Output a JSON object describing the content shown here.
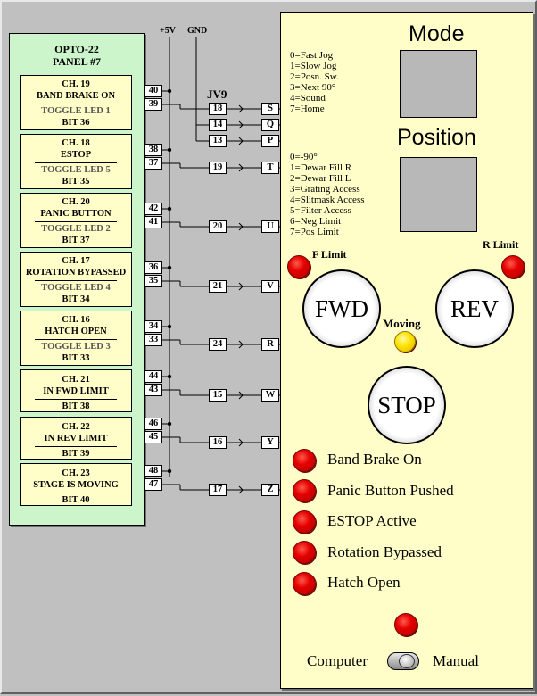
{
  "opto_panel": {
    "title_line1": "OPTO-22",
    "title_line2": "PANEL #7",
    "channels": [
      {
        "ch": "CH. 19",
        "name": "BAND BRAKE ON",
        "led": "TOGGLE LED 1",
        "bit": "BIT 36",
        "pins": [
          "40",
          "39"
        ]
      },
      {
        "ch": "CH. 18",
        "name": "ESTOP",
        "led": "TOGGLE LED 5",
        "bit": "BIT 35",
        "pins": [
          "38",
          "37"
        ]
      },
      {
        "ch": "CH. 20",
        "name": "PANIC BUTTON",
        "led": "TOGGLE LED 2",
        "bit": "BIT 37",
        "pins": [
          "42",
          "41"
        ]
      },
      {
        "ch": "CH. 17",
        "name": "ROTATION BYPASSED",
        "led": "TOGGLE LED 4",
        "bit": "BIT 34",
        "pins": [
          "36",
          "35"
        ]
      },
      {
        "ch": "CH. 16",
        "name": "HATCH OPEN",
        "led": "TOGGLE LED 3",
        "bit": "BIT 33",
        "pins": [
          "34",
          "33"
        ]
      },
      {
        "ch": "CH. 21",
        "name": "IN FWD LIMIT",
        "led": "",
        "bit": "BIT 38",
        "pins": [
          "44",
          "43"
        ]
      },
      {
        "ch": "CH. 22",
        "name": "IN REV LIMIT",
        "led": "",
        "bit": "BIT 39",
        "pins": [
          "46",
          "45"
        ]
      },
      {
        "ch": "CH. 23",
        "name": "STAGE IS MOVING",
        "led": "",
        "bit": "BIT 40",
        "pins": [
          "48",
          "47"
        ]
      }
    ]
  },
  "power": {
    "v5": "+5V",
    "gnd": "GND"
  },
  "connector": {
    "name": "JV9",
    "rows": [
      {
        "num": "18",
        "letter": "S"
      },
      {
        "num": "14",
        "letter": "Q"
      },
      {
        "num": "13",
        "letter": "P"
      },
      {
        "num": "19",
        "letter": "T"
      },
      {
        "num": "20",
        "letter": "U"
      },
      {
        "num": "21",
        "letter": "V"
      },
      {
        "num": "24",
        "letter": "R"
      },
      {
        "num": "15",
        "letter": "W"
      },
      {
        "num": "16",
        "letter": "Y"
      },
      {
        "num": "17",
        "letter": "Z"
      }
    ]
  },
  "control_panel": {
    "mode_title": "Mode",
    "mode_options": [
      "0=Fast Jog",
      "1=Slow Jog",
      "2=Posn. Sw.",
      "3=Next 90°",
      "4=Sound",
      "7=Home"
    ],
    "position_title": "Position",
    "position_options": [
      "0=-90°",
      "1=Dewar Fill R",
      "2=Dewar Fill L",
      "3=Grating Access",
      "4=Slitmask Access",
      "5=Filter Access",
      "6=Neg Limit",
      "7=Pos Limit"
    ],
    "f_limit": "F Limit",
    "r_limit": "R Limit",
    "fwd": "FWD",
    "rev": "REV",
    "moving": "Moving",
    "stop": "STOP",
    "status_leds": [
      "Band Brake On",
      "Panic Button Pushed",
      "ESTOP Active",
      "Rotation Bypassed",
      "Hatch Open"
    ],
    "switch_left": "Computer",
    "switch_right": "Manual"
  },
  "colors": {
    "panel_green": "#ccf5cc",
    "box_yellow": "#fffec8",
    "led_red": "#e40000",
    "led_yellow": "#ffe100",
    "background": "#c0c0c0"
  }
}
